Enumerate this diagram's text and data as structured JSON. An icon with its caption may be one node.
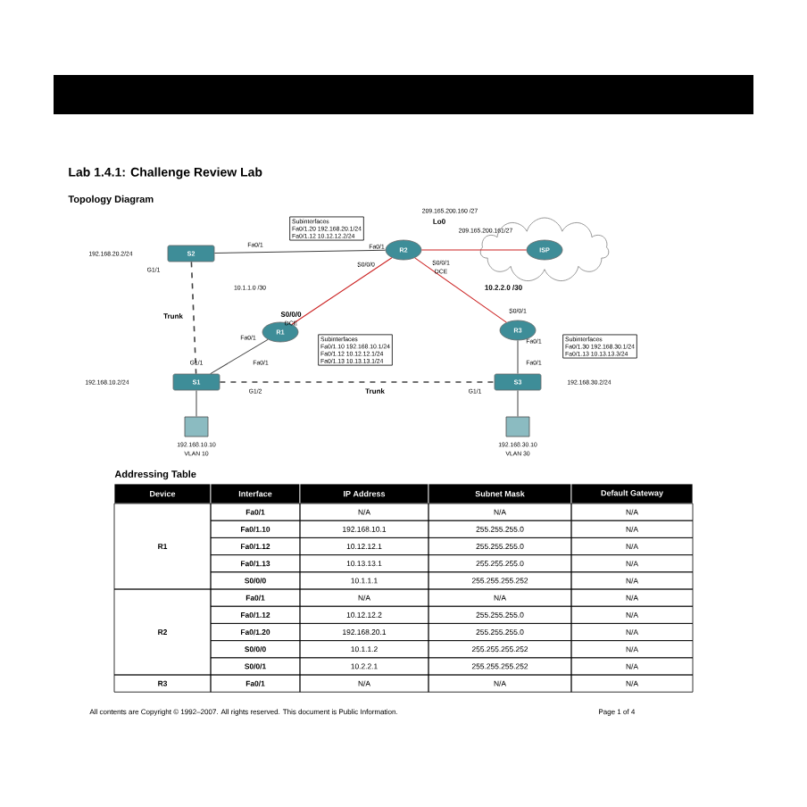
{
  "diagram": {
    "title": "Lab 1.4.1: Challenge Review Lab",
    "nodes": [
      {
        "text": [
          "Subinterfaces",
          "Fa0/1.20  192.168.20.1/24",
          "Fa0/1.12  10.12.12.2/24"
        ]
      },
      {
        "text": [
          "S2"
        ]
      },
      {
        "text": [
          "R2"
        ]
      },
      {
        "text": [],
        "shape": "cloud"
      },
      {
        "text": [
          "ISP"
        ],
        "in": 3
      },
      {
        "text": [
          "R1"
        ]
      },
      {
        "text": [
          "R3"
        ]
      },
      {
        "text": [
          "Subinterfaces",
          "Fa0/1.10  192.168.10.1/24",
          "Fa0/1.12  10.12.12.1/24",
          "Fa0/1.13  10.13.13.1/24"
        ]
      },
      {
        "text": [
          "Subinterfaces",
          "Fa0/1.30  192.168.30.1/24",
          "Fa0/1.13  10.13.13.3/24"
        ]
      },
      {
        "text": [
          "S1"
        ]
      },
      {
        "text": [
          "S3"
        ]
      },
      {
        "text": [],
        "shape": "computer",
        "beside": [
          "192.168.10.10",
          "VLAN 10"
        ]
      },
      {
        "text": [],
        "shape": "computer",
        "beside": [
          "192.168.30.10",
          "VLAN 30"
        ]
      }
    ],
    "edges": [
      {
        "from": 1,
        "to": 2,
        "arrow": "none"
      },
      {
        "from": 2,
        "to": 4,
        "arrow": "none",
        "color": "#cc2222"
      },
      {
        "from": 2,
        "to": 5,
        "arrow": "none",
        "color": "#cc2222"
      },
      {
        "from": 2,
        "to": 6,
        "arrow": "none",
        "color": "#cc2222"
      },
      {
        "from": 5,
        "to": 9,
        "arrow": "none"
      },
      {
        "from": 6,
        "to": 10,
        "arrow": "none"
      },
      {
        "from": 1,
        "to": 9,
        "arrow": "none",
        "style": "dashed",
        "label": "Trunk"
      },
      {
        "from": 9,
        "to": 10,
        "arrow": "none",
        "style": "dashed",
        "label": "Trunk"
      },
      {
        "from": 9,
        "to": 11,
        "arrow": "none"
      },
      {
        "from": 10,
        "to": 12,
        "arrow": "none"
      }
    ],
    "labels": [
      "Topology Diagram",
      "209.165.200.160 /27",
      "Lo0",
      "209.165.200.161/27",
      "Fa0/1",
      "Fa0/1",
      "192.168.20.2/24",
      "G1/1",
      "S0/0/0",
      "S0/0/1",
      "DCE",
      "10.1.1.0 /30",
      "10.2.2.0 /30",
      "S0/0/0",
      "DCE",
      "S0/0/1",
      "Fa0/1",
      "Fa0/1",
      "G1/1",
      "Fa0/1",
      "Fa0/1",
      "192.168.10.2/24",
      "192.168.30.2/24",
      "G1/2",
      "G1/1",
      "Addressing Table",
      "Device",
      "Interface",
      "IP Address",
      "Subnet Mask",
      "Default Gateway",
      "R1",
      "Fa0/1",
      "N/A",
      "N/A",
      "N/A",
      "Fa0/1.10",
      "192.168.10.1",
      "255.255.255.0",
      "N/A",
      "Fa0/1.12",
      "10.12.12.1",
      "255.255.255.0",
      "N/A",
      "Fa0/1.13",
      "10.13.13.1",
      "255.255.255.0",
      "N/A",
      "S0/0/0",
      "10.1.1.1",
      "255.255.255.252",
      "N/A",
      "R2",
      "Fa0/1",
      "N/A",
      "N/A",
      "N/A",
      "Fa0/1.12",
      "10.12.12.2",
      "255.255.255.0",
      "N/A",
      "Fa0/1.20",
      "192.168.20.1",
      "255.255.255.0",
      "N/A",
      "S0/0/0",
      "10.1.1.2",
      "255.255.255.252",
      "N/A",
      "S0/0/1",
      "10.2.2.1",
      "255.255.255.252",
      "N/A",
      "R3",
      "Fa0/1",
      "N/A",
      "N/A",
      "N/A",
      "All contents are Copyright © 1992–2007. All rights reserved. This document is Public Information.",
      "Page 1 of 4"
    ]
  }
}
